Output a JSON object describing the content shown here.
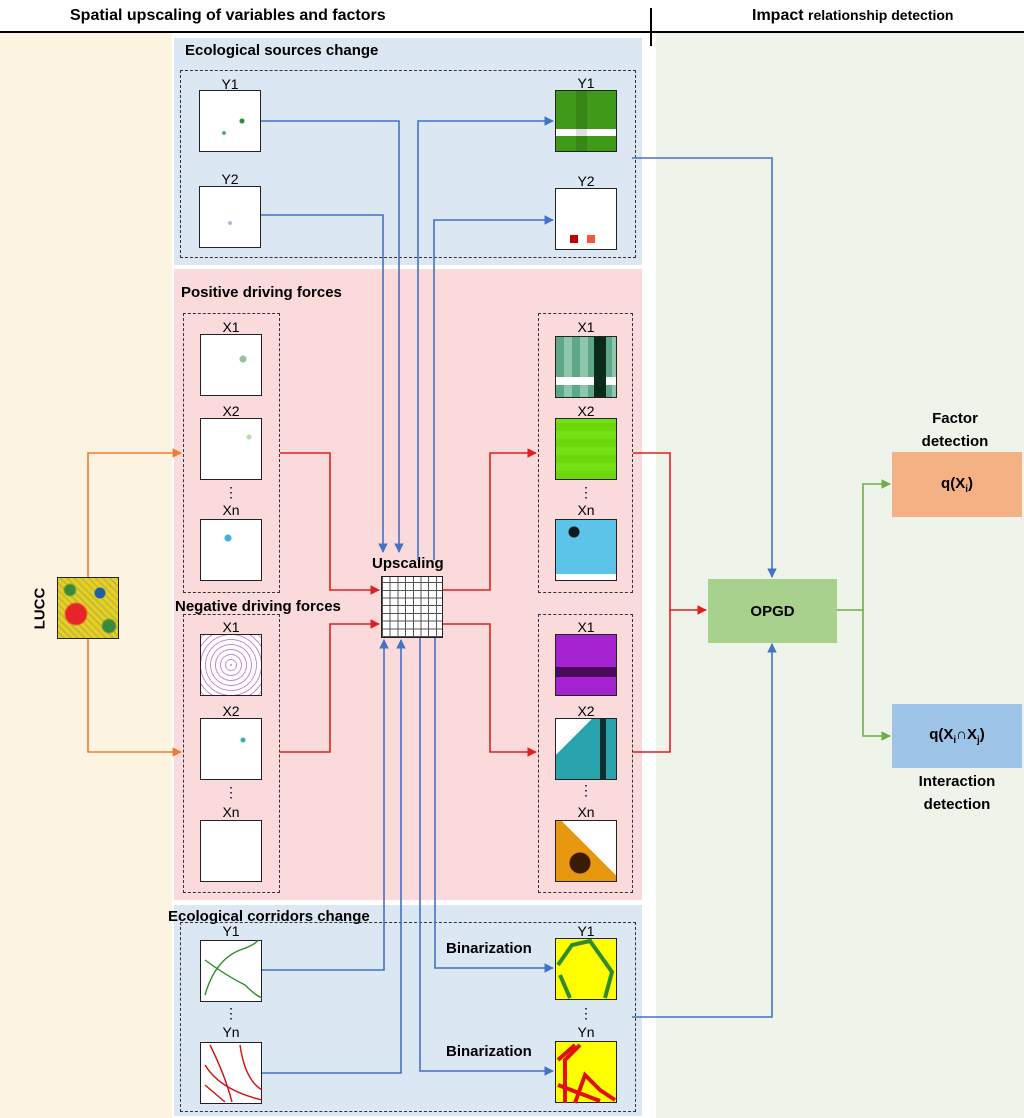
{
  "header": {
    "left_title": "Spatial upscaling of variables and factors",
    "right_title_a": "Impact ",
    "right_title_b": "relationship detection"
  },
  "lucc_label": "LUCC",
  "sections": {
    "eco_sources": "Ecological sources change",
    "positive": "Positive driving forces",
    "negative": "Negative driving forces",
    "eco_corridors": "Ecological corridors change"
  },
  "labels": {
    "y1": "Y1",
    "y2": "Y2",
    "yn": "Yn",
    "x1": "X1",
    "x2": "X2",
    "xn": "Xn",
    "ellipsis": "⋮"
  },
  "process": {
    "upscaling": "Upscaling",
    "binarization": "Binarization",
    "opgd": "OPGD"
  },
  "outputs": {
    "factor_title": "Factor detection",
    "factor_formula": "q(Xi)",
    "interaction_formula": "q(Xi∩Xj)",
    "interaction_title": "Interaction detection"
  },
  "colors": {
    "bg_left": "#fdf3e1",
    "bg_right": "#eef4ea",
    "blue_panel": "#dce7f4",
    "red_panel": "#fadadb",
    "blue_arrow": "#4472c4",
    "red_arrow": "#e02020",
    "orange_arrow": "#ed7d31",
    "green_arrow": "#70ad47",
    "opgd_box": "#a9d18e",
    "factor_box": "#f4b183",
    "interaction_box": "#9dc3e6"
  }
}
